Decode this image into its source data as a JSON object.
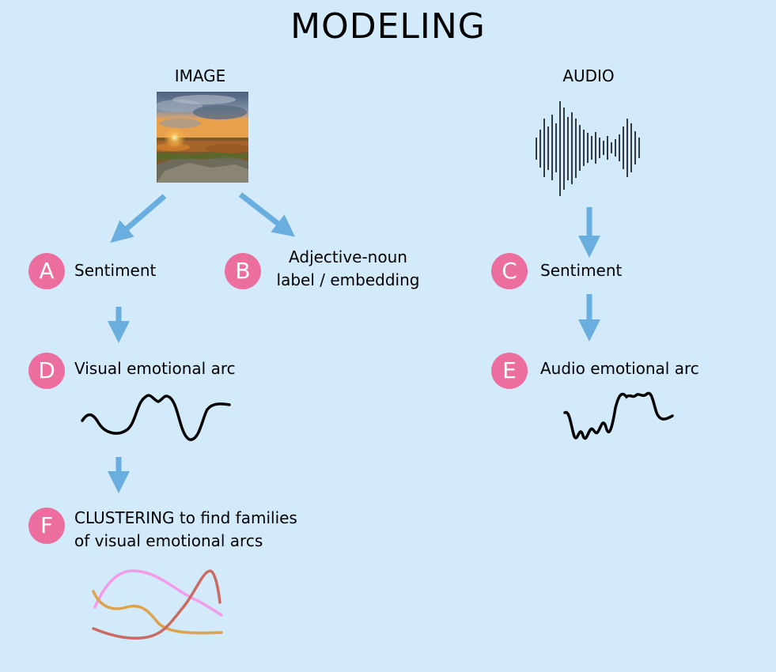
{
  "title": "MODELING",
  "image_branch": {
    "heading": "IMAGE",
    "nodes": {
      "a": {
        "letter": "A",
        "label": "Sentiment"
      },
      "b": {
        "letter": "B",
        "line1": "Adjective-noun",
        "line2": "label / embedding"
      },
      "d": {
        "letter": "D",
        "label": "Visual emotional arc"
      },
      "f": {
        "letter": "F",
        "line1": "CLUSTERING to find families",
        "line2": "of visual emotional arcs"
      }
    }
  },
  "audio_branch": {
    "heading": "AUDIO",
    "nodes": {
      "c": {
        "letter": "C",
        "label": "Sentiment"
      },
      "e": {
        "letter": "E",
        "label": "Audio emotional arc"
      }
    }
  },
  "colors": {
    "background": "#d2eafa",
    "arrow": "#6aaee0",
    "badge": "#ec6e9e",
    "cluster_pink": "#f49ae8",
    "cluster_orange": "#dda24a",
    "cluster_red": "#c96b62"
  },
  "icons": {
    "image": "landscape-sunset-photo",
    "audio": "sound-waveform-icon"
  }
}
